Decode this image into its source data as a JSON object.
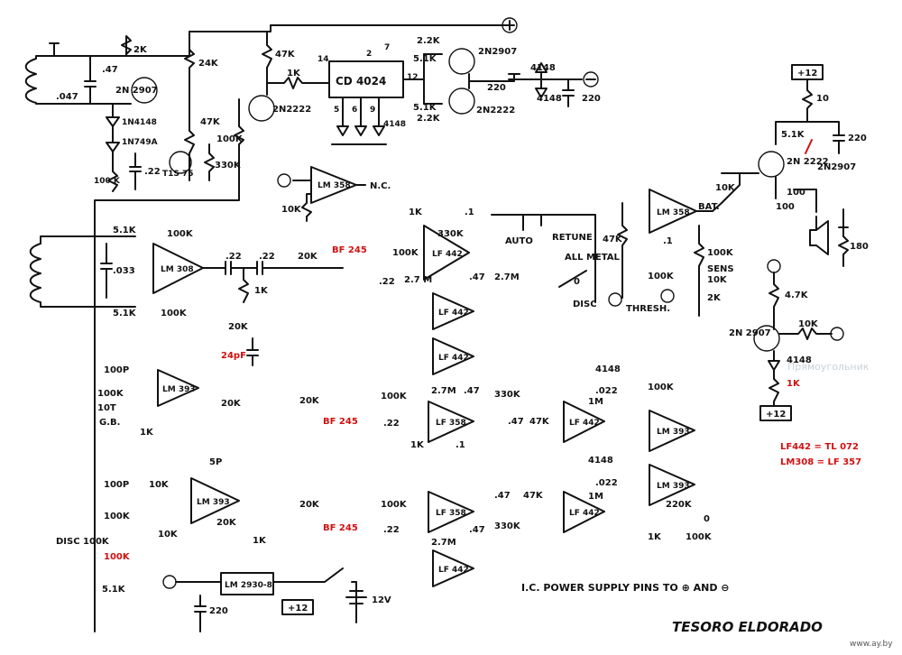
{
  "title": "TESORO ELDORADO",
  "watermark": "www.ay.by",
  "ghost_label": "Прямоугольник",
  "notes": {
    "power": "I.C. POWER SUPPLY PINS TO ⊕ AND ⊖",
    "equiv1": "LF442 = TL 072",
    "equiv2": "LM308 = LF 357",
    "red_color": "#d01010"
  },
  "chips": {
    "cd4024": "CD 4024",
    "lm358_top": "LM 358",
    "lm358_bat": "LM 358",
    "lm308": "LM 308",
    "lf442_a": "LF 442",
    "lf442_b": "LF 442",
    "lm393_gb": "LM 393",
    "lf442_c": "LF 442",
    "lf358_c": "LF 358",
    "lf442_d": "LF 442",
    "lm393_e": "LM 393",
    "lm393_disc": "LM 393",
    "lf358_f": "LF 358",
    "lf442_f": "LF 442",
    "lm393_f": "LM 393",
    "lf442_g": "LF 442",
    "lm2930": "LM 2930-8"
  },
  "transistors": {
    "q1": "2N 2907",
    "q2": "2N2222",
    "q3": "2N2907",
    "q4": "2N2222",
    "q5": "2N 2222",
    "q6": "2N2907",
    "q7": "2N 2907",
    "fet1": "BF 245",
    "fet2": "BF 245",
    "fet3": "BF 245"
  },
  "labels": {
    "c47": ".47",
    "c047": ".047",
    "r2k": "2K",
    "r24k": "24K",
    "r47k_a": "47K",
    "r47k_b": "47K",
    "r1k_a": "1K",
    "d1n4148": "1N4148",
    "d1n749a": "1N749A",
    "r100k_a": "100K",
    "c22_a": ".22",
    "t1s": "T1S 75",
    "r330k_a": "330K",
    "r100_k": "100 K",
    "r22k_a": "2.2K",
    "r51k_a": "5.1K",
    "r51k_b": "5.1K",
    "r22k_b": "2.2K",
    "d4148_a": "4148",
    "d4148_b": "4148",
    "d4148_c": "4148",
    "c220_a": "220",
    "c220_b": "220",
    "pin14": "14",
    "pin12": "12",
    "pin2": "2",
    "pin7": "7",
    "pin5": "5",
    "pin6": "6",
    "pin9": "9",
    "r10k_nc": "10K",
    "nc": "N.C.",
    "r51k_c": "5.1K",
    "r51k_d": "5.1K",
    "r100k_b": "100K",
    "r100k_c": "100K",
    "c033": ".033",
    "c22_b": ".22",
    "c22_c": ".22",
    "r1k_b": "1K",
    "r20k_a": "20K",
    "c24pf": "24pF",
    "r20k_b": "20K",
    "r1k_c": "1K",
    "c1_a": ".1",
    "r100k_d": "100K",
    "r330k_b": "330K",
    "c22_d": ".22",
    "r27m_a": "2.7 M",
    "c47_b": ".47",
    "r27m_b": "2.7M",
    "auto": "AUTO",
    "retune": "RETUNE",
    "all_metal": "ALL METAL",
    "zero": "0",
    "disc_sw": "DISC",
    "r47k_bat": "47K",
    "c1_b": ".1",
    "r100k_e": "100K",
    "r100k_f": "100K",
    "sens": "SENS",
    "r10k_sens": "10K",
    "r2k_sens": "2K",
    "thresh": "THRESH.",
    "bat": "BAT.",
    "r10k_bat": "10K",
    "r100_a": "100",
    "r100_b": "100",
    "r51k_q": "5.1K",
    "c220_c": "220",
    "r10": "10",
    "r180": "180",
    "plus12_a": "+12",
    "r47k_c": "4.7K",
    "r10k_c": "10K",
    "d4148_d": "4148",
    "r1k_red": "1K",
    "plus12_b": "+12",
    "c100p_a": "100P",
    "r100k_gb": "100K",
    "r10t": "10T",
    "gb": "G.B.",
    "r1k_gb": "1K",
    "r20k_c": "20K",
    "r20k_d": "20K",
    "r100k_g": "100K",
    "c22_e": ".22",
    "r27m_c": "2.7M",
    "c47_c": ".47",
    "r330k_c": "330K",
    "r1k_d": "1K",
    "c1_c": ".1",
    "c47_d": ".47",
    "r47k_d": "47K",
    "d4148_e": "4148",
    "r1m_a": "1M",
    "c022_a": ".022",
    "r100k_h": "100K",
    "c5p": "5P",
    "c100p_b": "100P",
    "r10k_d": "10K",
    "r100k_i": "100K",
    "r20k_e": "20K",
    "r10k_e": "10K",
    "r1k_e": "1K",
    "disc_pot": "DISC 100K",
    "r100k_red": "100K",
    "r51k_e": "5.1K",
    "r20k_f": "20K",
    "r100k_j": "100K",
    "c22_f": ".22",
    "r27m_d": "2.7M",
    "c47_e": ".47",
    "r330k_d": "330K",
    "c47_f": ".47",
    "r47k_e": "47K",
    "d4148_f": "4148",
    "r1m_b": "1M",
    "c022_b": ".022",
    "r220k": "220K",
    "r100k_k": "100K",
    "r1k_f": "1K",
    "zero_b": "0",
    "c220_d": "220",
    "plus12_c": "+12",
    "v12": "12V"
  }
}
